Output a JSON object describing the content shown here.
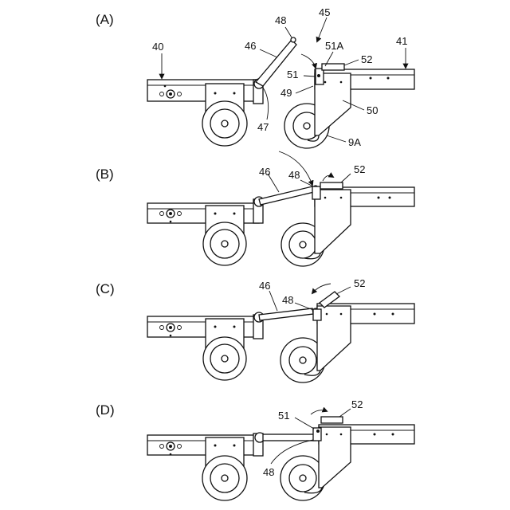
{
  "panels": [
    {
      "id": "A",
      "label": "(A)",
      "refs": {
        "r40": "40",
        "r41": "41",
        "r45": "45",
        "r46": "46",
        "r47": "47",
        "r48": "48",
        "r49": "49",
        "r50": "50",
        "r51": "51",
        "r51A": "51A",
        "r52": "52",
        "r9A": "9A"
      }
    },
    {
      "id": "B",
      "label": "(B)",
      "refs": {
        "r46": "46",
        "r48": "48",
        "r52": "52"
      }
    },
    {
      "id": "C",
      "label": "(C)",
      "refs": {
        "r46": "46",
        "r48": "48",
        "r52": "52"
      }
    },
    {
      "id": "D",
      "label": "(D)",
      "refs": {
        "r51": "51",
        "r52": "52",
        "r48": "48"
      }
    }
  ]
}
